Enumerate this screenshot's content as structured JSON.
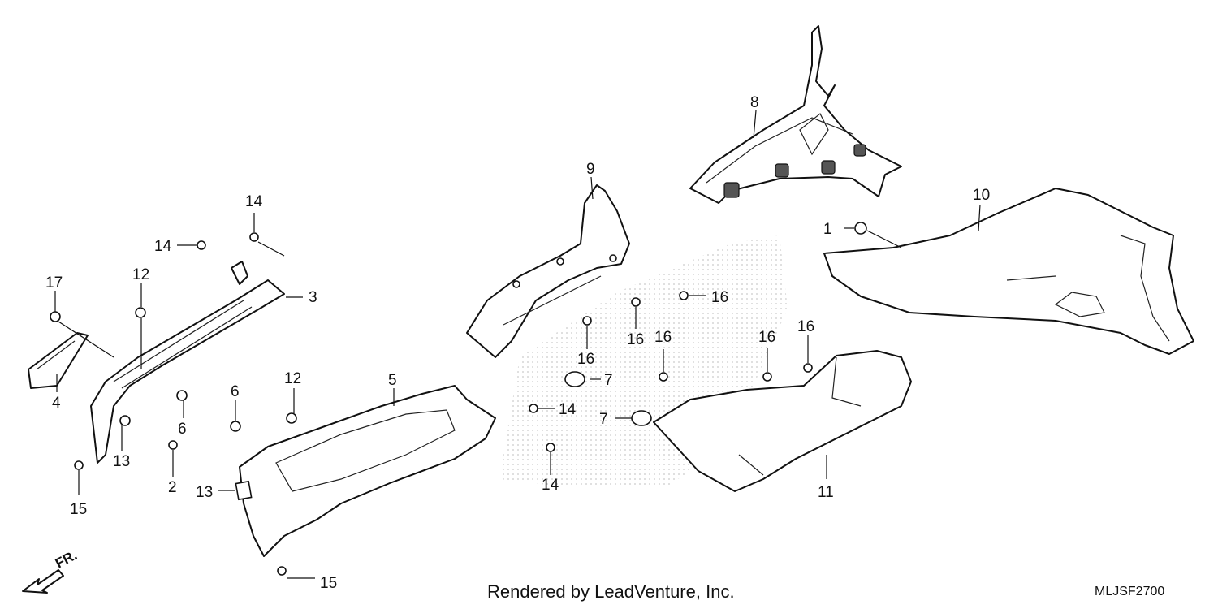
{
  "footer": {
    "credit": "Rendered by LeadVenture, Inc.",
    "diagram_code": "MLJSF2700"
  },
  "direction_arrow": {
    "label": "FR."
  },
  "callouts": [
    {
      "id": "c1",
      "label": "1"
    },
    {
      "id": "c2",
      "label": "2"
    },
    {
      "id": "c3",
      "label": "3"
    },
    {
      "id": "c4",
      "label": "4"
    },
    {
      "id": "c5",
      "label": "5"
    },
    {
      "id": "c6a",
      "label": "6"
    },
    {
      "id": "c6b",
      "label": "6"
    },
    {
      "id": "c7a",
      "label": "7"
    },
    {
      "id": "c7b",
      "label": "7"
    },
    {
      "id": "c8",
      "label": "8"
    },
    {
      "id": "c9",
      "label": "9"
    },
    {
      "id": "c10",
      "label": "10"
    },
    {
      "id": "c11",
      "label": "11"
    },
    {
      "id": "c12a",
      "label": "12"
    },
    {
      "id": "c12b",
      "label": "12"
    },
    {
      "id": "c13a",
      "label": "13"
    },
    {
      "id": "c13b",
      "label": "13"
    },
    {
      "id": "c14a",
      "label": "14"
    },
    {
      "id": "c14b",
      "label": "14"
    },
    {
      "id": "c14c",
      "label": "14"
    },
    {
      "id": "c14d",
      "label": "14"
    },
    {
      "id": "c15a",
      "label": "15"
    },
    {
      "id": "c15b",
      "label": "15"
    },
    {
      "id": "c16a",
      "label": "16"
    },
    {
      "id": "c16b",
      "label": "16"
    },
    {
      "id": "c16c",
      "label": "16"
    },
    {
      "id": "c16d",
      "label": "16"
    },
    {
      "id": "c16e",
      "label": "16"
    },
    {
      "id": "c16f",
      "label": "16"
    },
    {
      "id": "c17",
      "label": "17"
    }
  ]
}
